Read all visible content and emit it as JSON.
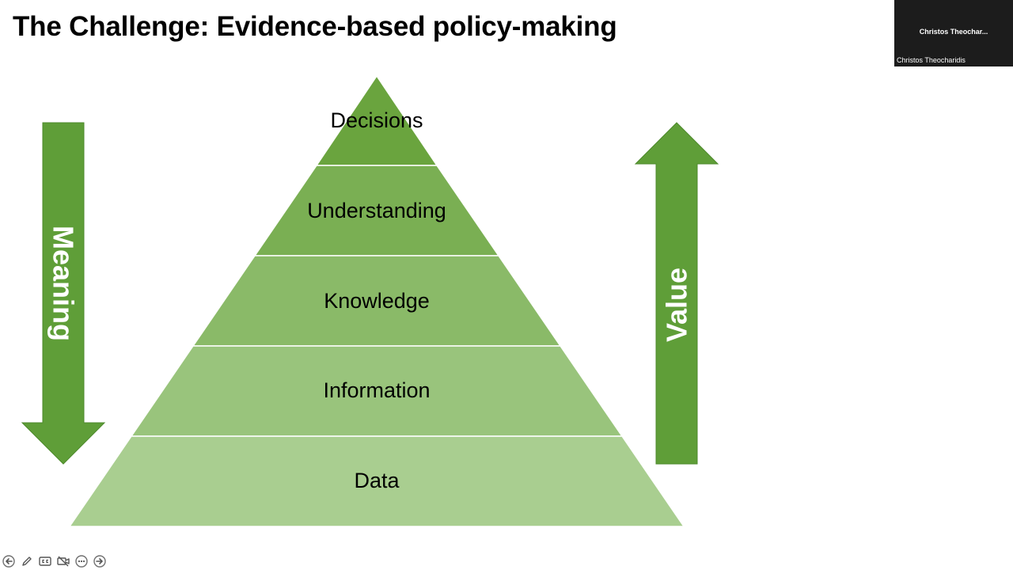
{
  "slide": {
    "title": "The Challenge: Evidence-based policy-making"
  },
  "pyramid": {
    "levels": [
      {
        "label": "Decisions",
        "color": "#6aa43e"
      },
      {
        "label": "Understanding",
        "color": "#7aaf53"
      },
      {
        "label": "Knowledge",
        "color": "#8aba68"
      },
      {
        "label": "Information",
        "color": "#99c47c"
      },
      {
        "label": "Data",
        "color": "#a9ce90"
      }
    ]
  },
  "arrows": {
    "meaning": {
      "label": "Meaning",
      "direction": "down",
      "color": "#5f9e38"
    },
    "value": {
      "label": "Value",
      "direction": "up",
      "color": "#5f9e38"
    }
  },
  "video": {
    "name": "Christos  Theochar...",
    "caption": "Christos Theocharidis"
  },
  "controls": [
    {
      "icon": "previous-icon"
    },
    {
      "icon": "pen-icon"
    },
    {
      "icon": "captions-icon"
    },
    {
      "icon": "camera-off-icon"
    },
    {
      "icon": "more-icon"
    },
    {
      "icon": "next-icon"
    }
  ]
}
